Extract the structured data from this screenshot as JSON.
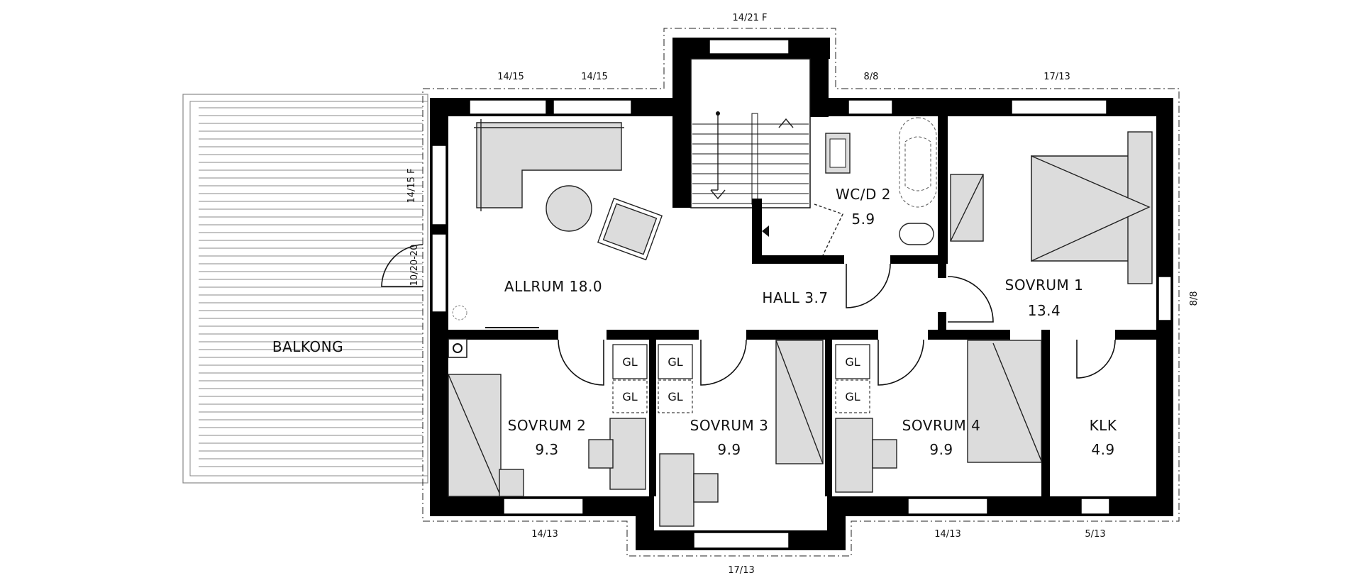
{
  "rooms": {
    "allrum": "ALLRUM 18.0",
    "hall": "HALL 3.7",
    "wcd_name": "WC/D 2",
    "wcd_area": "5.9",
    "sovrum1_name": "SOVRUM 1",
    "sovrum1_area": "13.4",
    "sovrum2_name": "SOVRUM 2",
    "sovrum2_area": "9.3",
    "sovrum3_name": "SOVRUM 3",
    "sovrum3_area": "9.9",
    "sovrum4_name": "SOVRUM 4",
    "sovrum4_area": "9.9",
    "klk_name": "KLK",
    "klk_area": "4.9",
    "balkong": "BALKONG"
  },
  "closets": {
    "gl": "GL"
  },
  "windows": {
    "top_stair": "14/21 F",
    "top_left_1": "14/15",
    "top_left_2": "14/15",
    "top_wc": "8/8",
    "top_sovrum1": "17/13",
    "left_upper": "14/15 F",
    "left_door": "10/20-20",
    "right": "8/8",
    "bottom_sovrum2": "14/13",
    "bottom_sovrum3": "17/13",
    "bottom_sovrum4": "14/13",
    "bottom_klk": "5/13"
  }
}
